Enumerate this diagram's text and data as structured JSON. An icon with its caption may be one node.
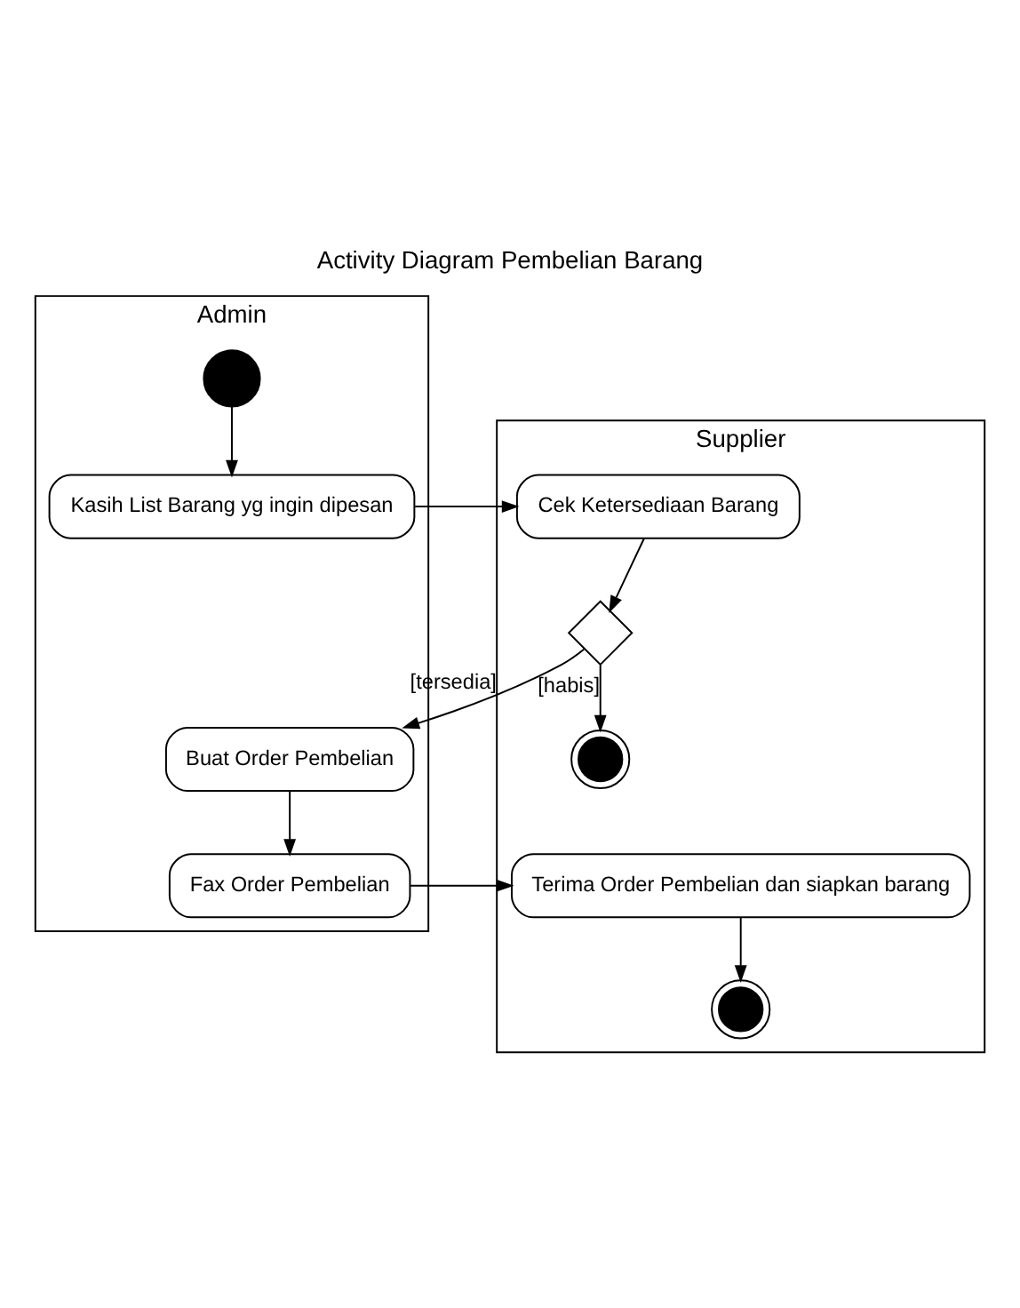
{
  "diagram": {
    "title": "Activity Diagram Pembelian Barang",
    "nodes": [
      {
        "text": [
          "Admin"
        ]
      },
      {
        "text": [
          "Supplier"
        ]
      },
      {
        "text": [],
        "shape": "circle",
        "in": 0
      },
      {
        "text": [
          "Kasih List Barang yg ingin dipesan"
        ],
        "in": 0
      },
      {
        "text": [
          "Cek Ketersediaan Barang"
        ],
        "in": 1
      },
      {
        "text": [],
        "shape": "diamond",
        "in": 1
      },
      {
        "text": [],
        "shape": "circle",
        "in": 1
      },
      {
        "text": [
          "Buat Order Pembelian"
        ],
        "in": 0
      },
      {
        "text": [
          "Fax Order Pembelian"
        ],
        "in": 0
      },
      {
        "text": [
          "Terima Order Pembelian dan siapkan barang"
        ],
        "in": 1
      },
      {
        "text": [],
        "shape": "circle",
        "in": 1
      }
    ],
    "edges": [
      {
        "from": 2,
        "to": 3,
        "arrow": "to"
      },
      {
        "from": 3,
        "to": 4,
        "arrow": "to"
      },
      {
        "from": 4,
        "to": 5,
        "arrow": "to"
      },
      {
        "from": 5,
        "to": 7,
        "arrow": "to",
        "label": "[tersedia]"
      },
      {
        "from": 5,
        "to": 6,
        "arrow": "to",
        "label": "[habis]"
      },
      {
        "from": 7,
        "to": 8,
        "arrow": "to"
      },
      {
        "from": 8,
        "to": 9,
        "arrow": "to"
      },
      {
        "from": 9,
        "to": 10,
        "arrow": "to"
      }
    ]
  }
}
